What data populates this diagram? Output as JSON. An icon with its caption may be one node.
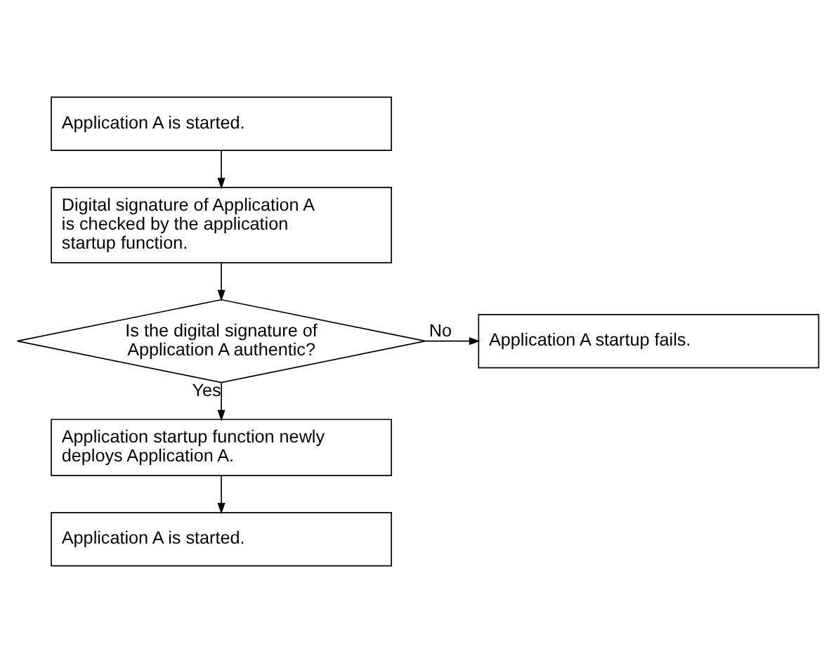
{
  "diagram": {
    "nodes": [
      {
        "text": [
          "Application A is started."
        ]
      },
      {
        "text": [
          "Digital signature of Application A is checked by the application startup function."
        ]
      },
      {
        "text": [
          "Is the digital signature of Application A authentic?"
        ]
      },
      {
        "text": [
          "Application A startup fails."
        ]
      },
      {
        "text": [
          "Application startup function newly deploys Application A."
        ]
      },
      {
        "text": [
          "Application A is started."
        ]
      }
    ],
    "edges": [
      {
        "from": 0,
        "to": 1,
        "arrow": "to"
      },
      {
        "from": 1,
        "to": 2,
        "arrow": "to"
      },
      {
        "from": 2,
        "to": 3,
        "arrow": "to",
        "label": "No"
      },
      {
        "from": 2,
        "to": 4,
        "arrow": "to",
        "label": "Yes"
      },
      {
        "from": 4,
        "to": 5,
        "arrow": "to"
      }
    ]
  }
}
